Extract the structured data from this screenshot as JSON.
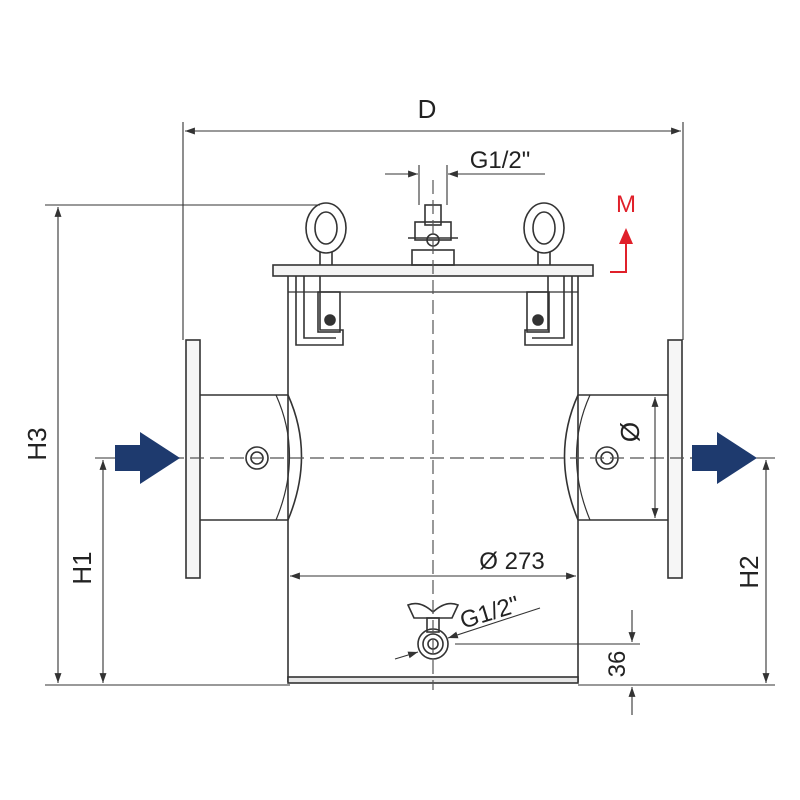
{
  "labels": {
    "width": "D",
    "top_port": "G1/2\"",
    "lift_direction": "M",
    "height_total": "H3",
    "height_inlet": "H1",
    "height_outlet": "H2",
    "pipe_diameter": "Ø",
    "body_diameter": "Ø 273",
    "drain_port": "G1/2\"",
    "drain_height": "36"
  },
  "colors": {
    "flow_arrow": "#1e3a6e",
    "lift_arrow": "#e0202a",
    "line": "#333333"
  },
  "icons": {
    "inlet_arrow": "arrow-right-icon",
    "outlet_arrow": "arrow-right-icon",
    "lift_arrow": "arrow-up-icon"
  }
}
